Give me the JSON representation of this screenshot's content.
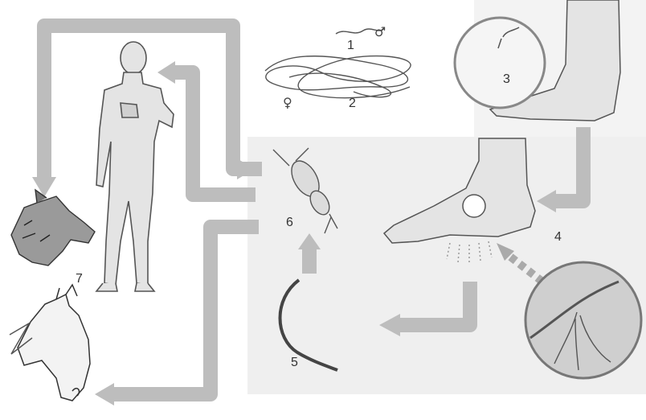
{
  "labels": {
    "n1": "1",
    "n2": "2",
    "n3": "3",
    "n4": "4",
    "n5": "5",
    "n6": "6",
    "n7": "7",
    "male": "♂",
    "female": "♀"
  },
  "colors": {
    "arrow": "#bdbdbd",
    "line": "#555555",
    "skin": "#e4e4e4",
    "circle": "#cfcfcf"
  },
  "icons": [
    "human-figure",
    "wolf-head",
    "horse-head",
    "foot",
    "blister-foot",
    "worm",
    "cyclops-crustacean"
  ]
}
